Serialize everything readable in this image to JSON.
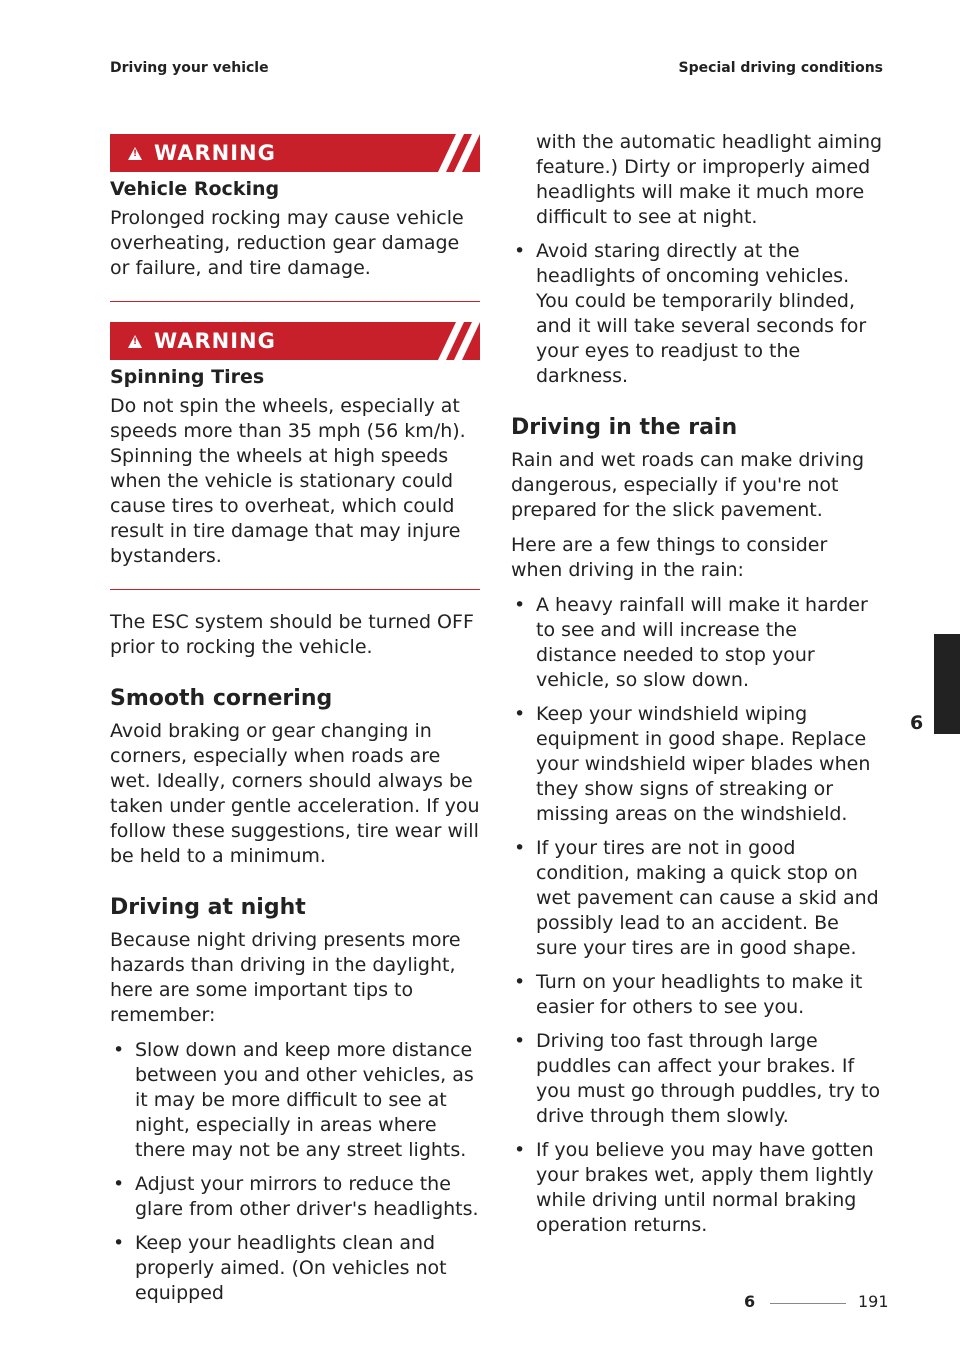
{
  "header": {
    "left": "Driving your vehicle",
    "right": "Special driving conditions"
  },
  "warnings": [
    {
      "label": "WARNING",
      "title": "Vehicle Rocking",
      "body": "Prolonged rocking may cause vehicle overheating, reduction gear damage or failure, and tire damage."
    },
    {
      "label": "WARNING",
      "title": "Spinning Tires",
      "body": "Do not spin the wheels, especially at speeds more than 35 mph (56 km/h). Spinning the wheels at high speeds when the vehicle is stationary could cause tires to overheat, which could result in tire damage that may injure bystanders."
    }
  ],
  "esc_note": "The ESC system should be turned OFF prior to rocking the vehicle.",
  "cornering": {
    "heading": "Smooth cornering",
    "body": "Avoid braking or gear changing in corners, especially when roads are wet. Ideally, corners should always be taken under gentle acceleration. If you follow these suggestions, tire wear will be held to a minimum."
  },
  "night": {
    "heading": "Driving at night",
    "intro": "Because night driving presents more hazards than driving in the daylight, here are some important tips to remember:",
    "bullets": [
      "Slow down and keep more distance between you and other vehicles, as it may be more difficult to see at night, especially in areas where there may not be any street lights.",
      "Adjust your mirrors to reduce the glare from other driver's headlights.",
      "Keep your headlights clean and properly aimed. (On vehicles not equipped"
    ],
    "continuation": "with the automatic headlight aiming feature.) Dirty or improperly aimed headlights will make it much more difficult to see at night.",
    "bullets_right": [
      "Avoid staring directly at the headlights of oncoming vehicles. You could be temporarily blinded, and it will take several seconds for your eyes to readjust to the darkness."
    ]
  },
  "rain": {
    "heading": "Driving in the rain",
    "intro1": "Rain and wet roads can make driving dangerous, especially if you're not prepared for the slick pavement.",
    "intro2": "Here are a few things to consider when driving in the rain:",
    "bullets": [
      "A heavy rainfall will make it harder to see and will increase the distance needed to stop your vehicle, so slow down.",
      "Keep your windshield wiping equipment in good shape. Replace your windshield wiper blades when they show signs of streaking or missing areas on the windshield.",
      "If your tires are not in good condition, making a quick stop on wet pavement can cause a skid and possibly lead to an accident. Be sure your tires are in good shape.",
      "Turn on your headlights to make it easier for others to see you.",
      "Driving too fast through large puddles can affect your brakes. If you must go through puddles, try to drive through them slowly.",
      "If you believe you may have gotten your brakes wet, apply them lightly while driving until normal braking operation returns."
    ]
  },
  "side_tab": {
    "chapter": "6"
  },
  "footer": {
    "chapter": "6",
    "page": "191"
  },
  "colors": {
    "warning_red": "#c8202a",
    "tab_black": "#222222"
  }
}
